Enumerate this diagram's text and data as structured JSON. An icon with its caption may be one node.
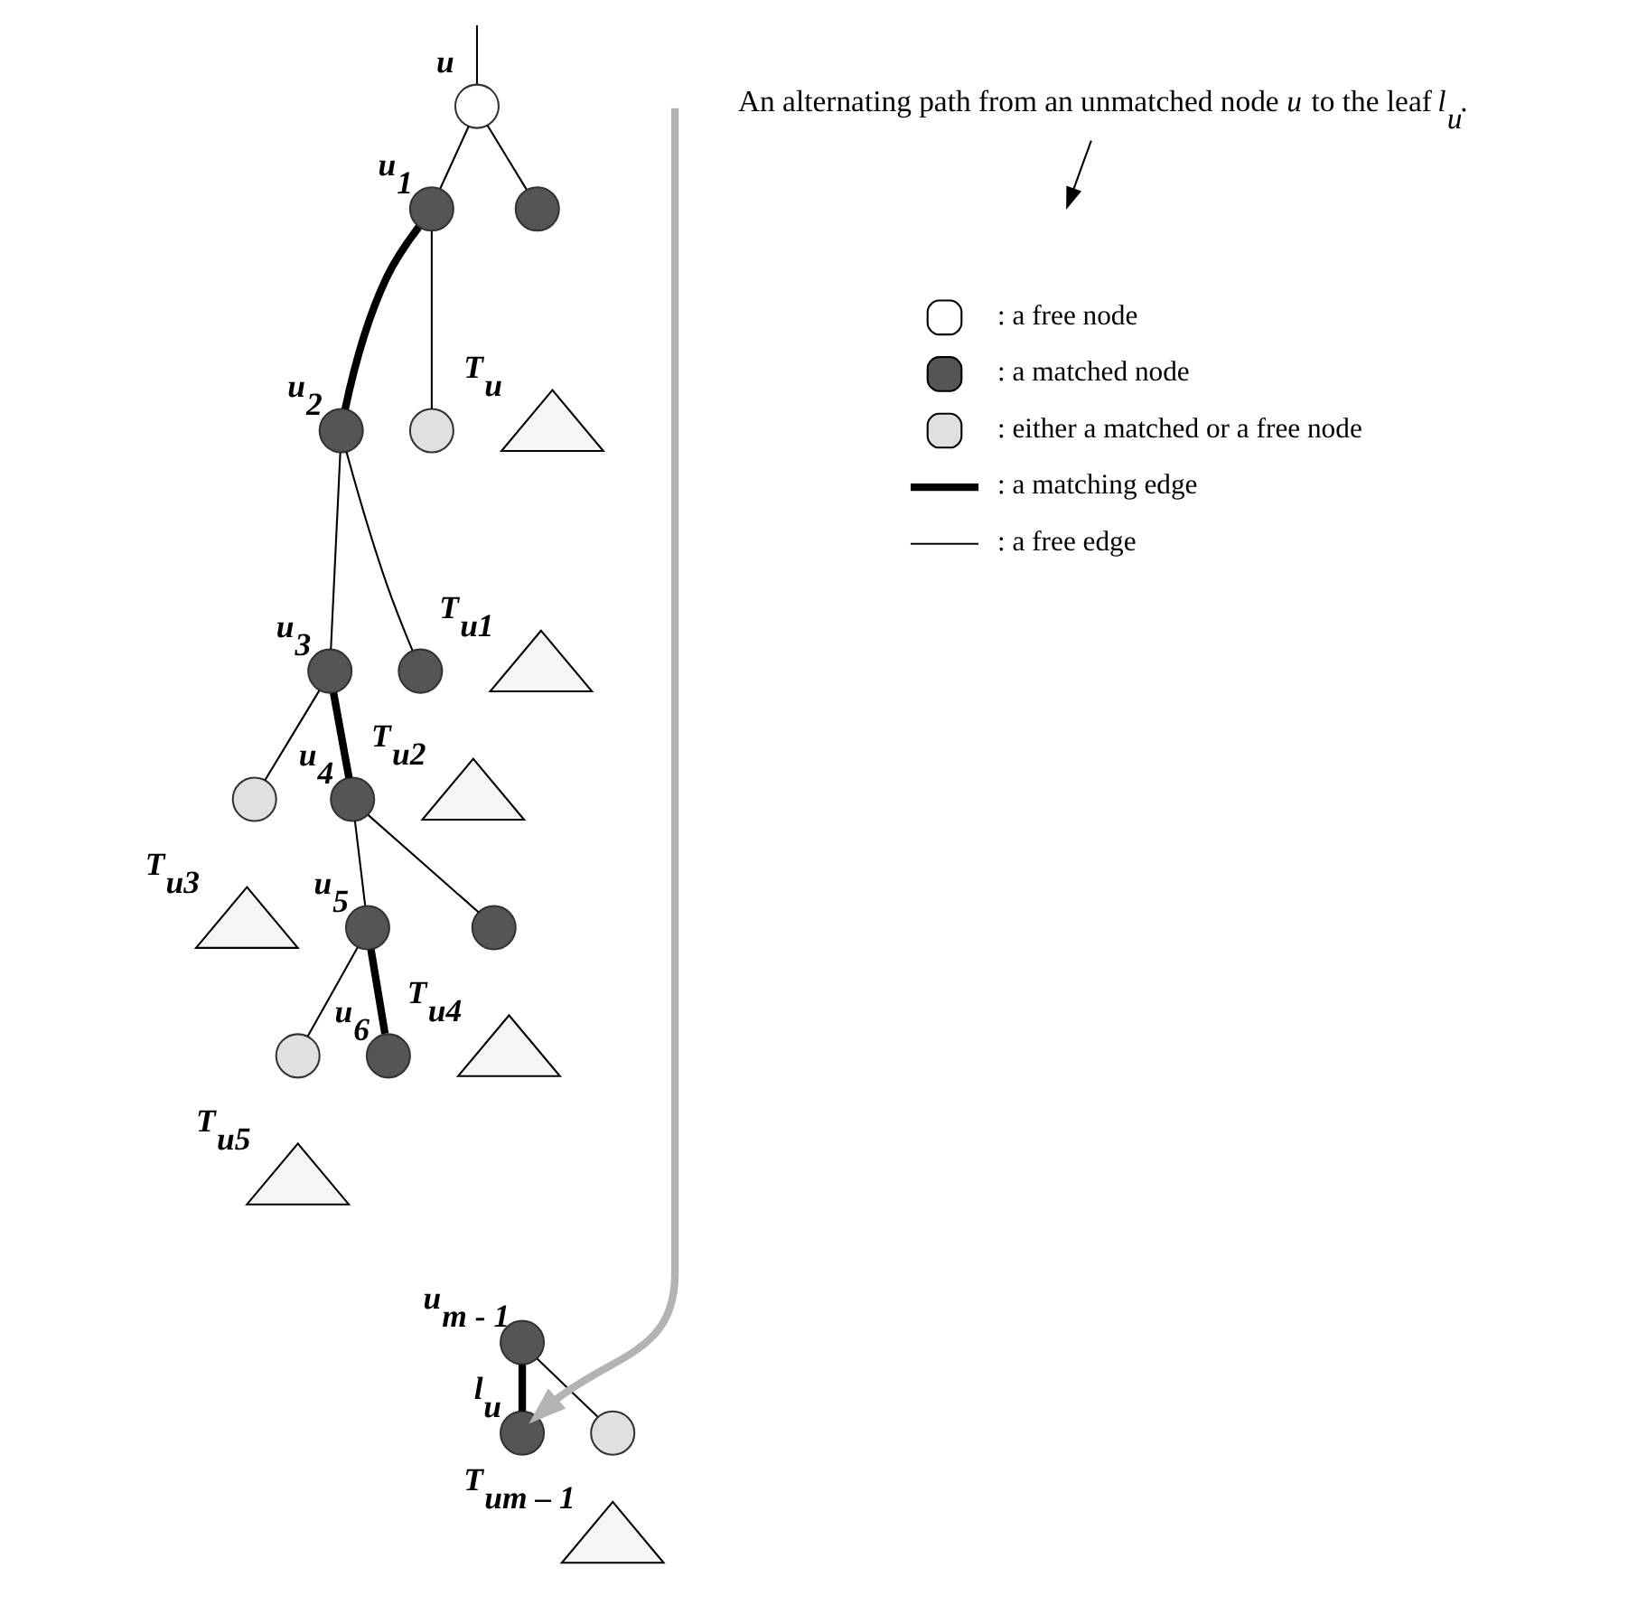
{
  "diagram": {
    "nodes": [
      {
        "text": [],
        "shape": "circle",
        "beside": [
          "u"
        ]
      },
      {
        "text": [],
        "shape": "circle",
        "beside": [
          "u$_{1}$"
        ]
      },
      {
        "text": [],
        "shape": "circle"
      },
      {
        "text": [],
        "shape": "triangle",
        "beside": [
          "T$_{u}$"
        ]
      },
      {
        "text": [],
        "shape": "circle",
        "beside": [
          "u$_{2}$"
        ]
      },
      {
        "text": [],
        "shape": "circle"
      },
      {
        "text": [],
        "shape": "triangle",
        "beside": [
          "T$_{u1}$"
        ]
      },
      {
        "text": [],
        "shape": "circle",
        "beside": [
          "u$_{3}$"
        ]
      },
      {
        "text": [],
        "shape": "circle"
      },
      {
        "text": [],
        "shape": "triangle",
        "beside": [
          "T$_{u2}$"
        ]
      },
      {
        "text": [],
        "shape": "circle"
      },
      {
        "text": [],
        "shape": "triangle",
        "beside": [
          "T$_{u3}$"
        ]
      },
      {
        "text": [],
        "shape": "circle",
        "beside": [
          "u$_{4}$"
        ]
      },
      {
        "text": [],
        "shape": "circle",
        "beside": [
          "u$_{5}$"
        ]
      },
      {
        "text": [],
        "shape": "circle"
      },
      {
        "text": [],
        "shape": "triangle",
        "beside": [
          "T$_{u4}$"
        ]
      },
      {
        "text": [],
        "shape": "circle"
      },
      {
        "text": [],
        "shape": "triangle",
        "beside": [
          "T$_{u5}$"
        ]
      },
      {
        "text": [],
        "shape": "circle",
        "beside": [
          "u$_{6}$"
        ]
      },
      {
        "text": [],
        "shape": "circle",
        "beside": [
          "u$_{m - 1}$"
        ]
      },
      {
        "text": [],
        "shape": "circle",
        "beside": [
          "l$_{u}$"
        ]
      },
      {
        "text": [],
        "shape": "circle"
      },
      {
        "text": [],
        "shape": "triangle",
        "beside": [
          "T$_{um – 1}$"
        ]
      },
      {
        "text": [
          "An alternating path from an unmatched node *u* to the leaf *l$_{u}$*."
        ]
      }
    ],
    "edges": [
      {
        "from": null,
        "to": 0,
        "arrow": "none"
      },
      {
        "from": 0,
        "to": 1,
        "arrow": "none"
      },
      {
        "from": 0,
        "to": 2,
        "arrow": "none"
      },
      {
        "from": 1,
        "to": 4,
        "arrow": "none",
        "style": "thick"
      },
      {
        "from": 1,
        "to": 5,
        "arrow": "none"
      },
      {
        "from": 4,
        "to": 7,
        "arrow": "none"
      },
      {
        "from": 4,
        "to": 8,
        "arrow": "none"
      },
      {
        "from": 7,
        "to": 10,
        "arrow": "none"
      },
      {
        "from": 7,
        "to": 12,
        "arrow": "none",
        "style": "thick"
      },
      {
        "from": 12,
        "to": 13,
        "arrow": "none"
      },
      {
        "from": 12,
        "to": 14,
        "arrow": "none"
      },
      {
        "from": 13,
        "to": 16,
        "arrow": "none"
      },
      {
        "from": 13,
        "to": 18,
        "arrow": "none",
        "style": "thick"
      },
      {
        "from": 19,
        "to": 20,
        "arrow": "none",
        "style": "thick"
      },
      {
        "from": 19,
        "to": 21,
        "arrow": "none"
      },
      {
        "from": 23,
        "to": null,
        "arrow": "to"
      },
      {
        "from": null,
        "to": 20,
        "arrow": "to",
        "style": "thick",
        "color": "#b3b3b3"
      }
    ],
    "legend": [
      {
        "text": ": a free node"
      },
      {
        "text": ": a matched node"
      },
      {
        "text": ": either a matched or a free node"
      },
      {
        "text": ": a matching edge"
      },
      {
        "text": ": a free edge"
      }
    ]
  }
}
